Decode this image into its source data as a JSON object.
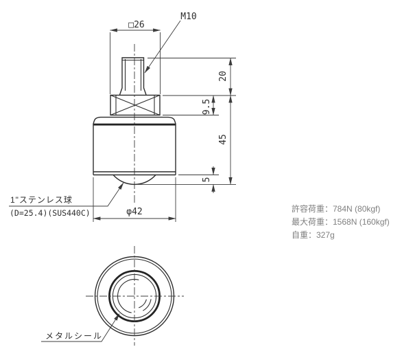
{
  "dimensions": {
    "flange_width": "□26",
    "thread_size": "M10",
    "stud_length": "20",
    "flange_thickness": "9.5",
    "overall_height": "45",
    "ball_protrusion": "5",
    "body_diameter": "φ42"
  },
  "labels": {
    "ball_material_line1": "1\"ステンレス球",
    "ball_material_line2": "(D=25.4)(SUS440C)",
    "seal": "メタルシール"
  },
  "specs": {
    "lines": [
      "許容荷重：784N (80kgf)",
      "最大荷重：1568N (160kgf)",
      "自重：327g"
    ]
  },
  "colors": {
    "outline": "#2d2d2d",
    "dimension_line": "#3c3c3c",
    "spec_text": "#7f7f7f",
    "background": "#ffffff"
  }
}
